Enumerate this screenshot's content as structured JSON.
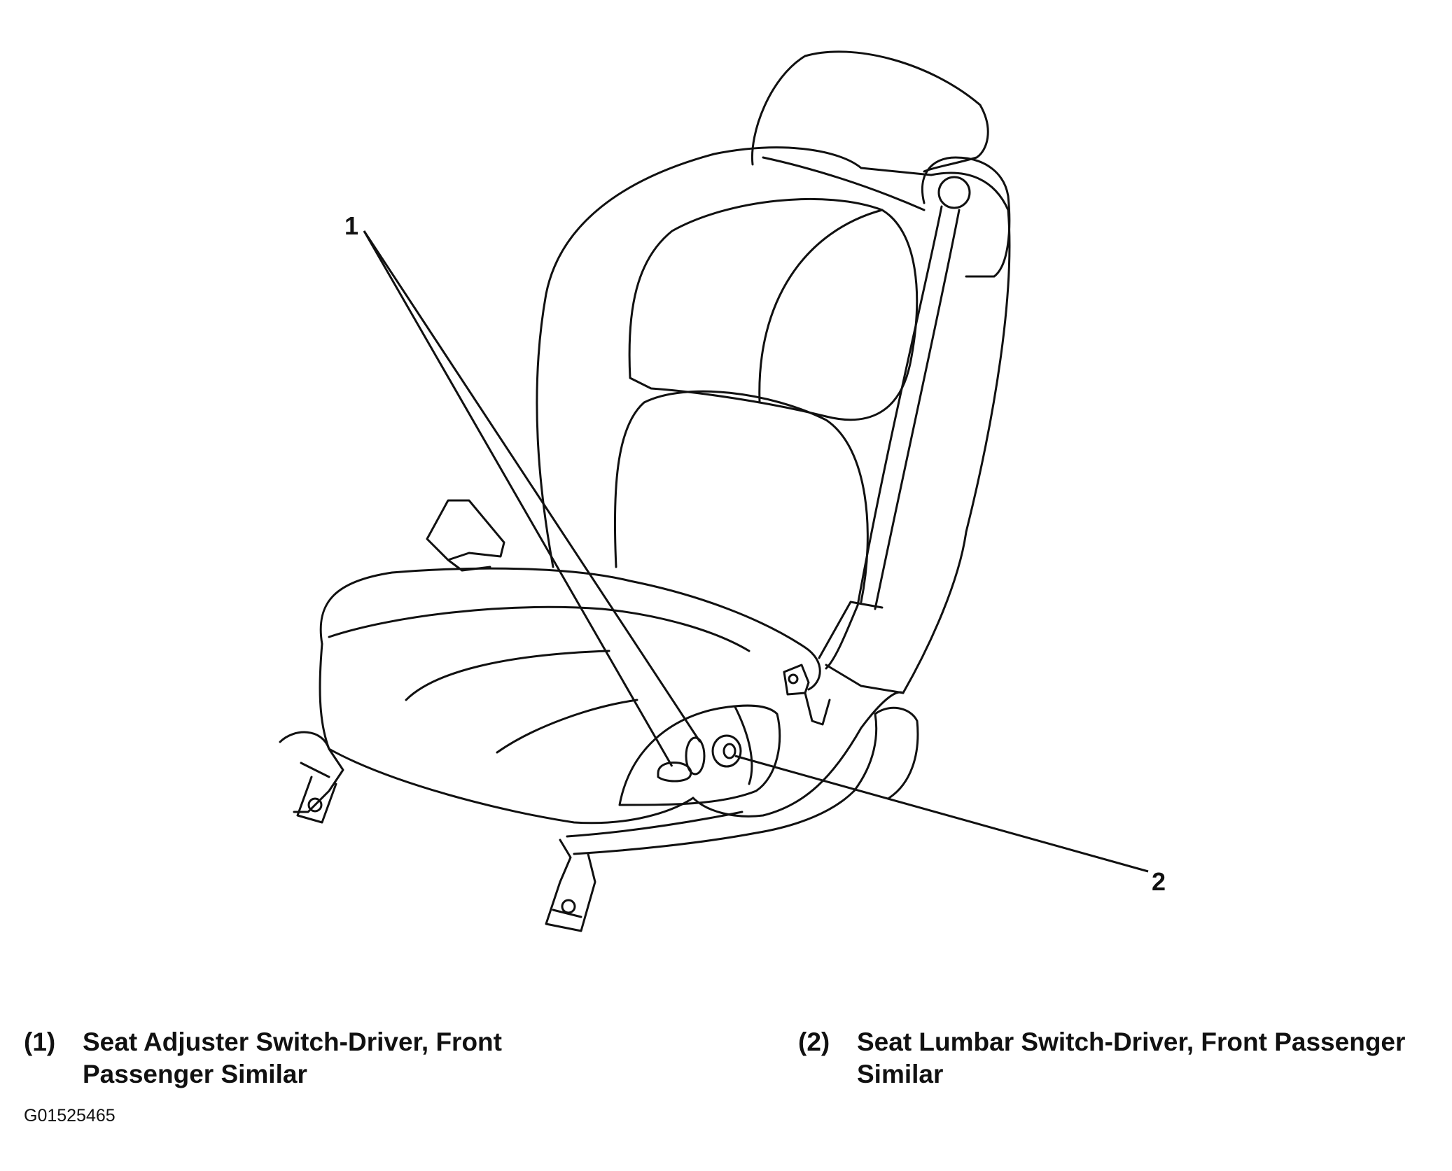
{
  "callouts": {
    "c1": "1",
    "c2": "2"
  },
  "legend": [
    {
      "num": "(1)",
      "text": "Seat Adjuster Switch-Driver, Front Passenger Similar"
    },
    {
      "num": "(2)",
      "text": "Seat Lumbar Switch-Driver, Front Passenger Similar"
    }
  ],
  "figure_id": "G01525465",
  "colors": {
    "ink": "#111111",
    "paper": "#ffffff"
  }
}
